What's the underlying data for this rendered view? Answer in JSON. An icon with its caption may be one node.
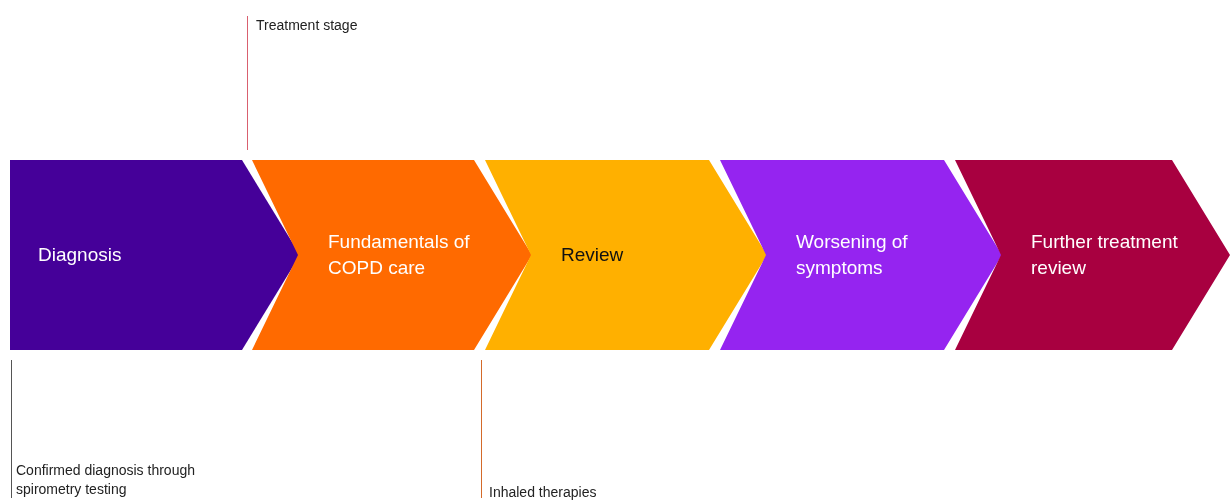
{
  "diagram": {
    "nodes": [
      {
        "text": [
          "Diagnosis"
        ]
      },
      {
        "text": [
          "Fundamentals of COPD care"
        ]
      },
      {
        "text": [
          "Review"
        ]
      },
      {
        "text": [
          "Worsening of symptoms"
        ]
      },
      {
        "text": [
          "Further treatment review"
        ]
      }
    ],
    "labels": [
      "Treatment stage",
      "Confirmed diagnosis through spirometry testing",
      "Inhaled therapies"
    ]
  }
}
